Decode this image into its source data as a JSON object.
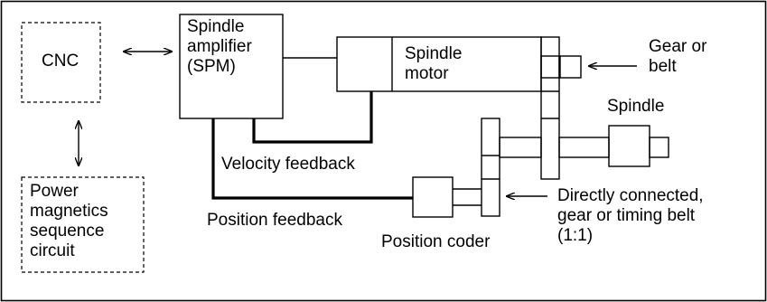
{
  "blocks": {
    "cnc": "CNC",
    "spm": "Spindle\namplifier\n(SPM)",
    "motor": "Spindle\nmotor",
    "power": "Power\nmagnetics\nsequence\ncircuit"
  },
  "labels": {
    "gear_or_belt": "Gear or\nbelt",
    "spindle": "Spindle",
    "velocity_feedback": "Velocity feedback",
    "position_feedback": "Position feedback",
    "position_coder": "Position coder",
    "direct_connection": "Directly connected,\ngear or timing belt\n(1:1)"
  }
}
